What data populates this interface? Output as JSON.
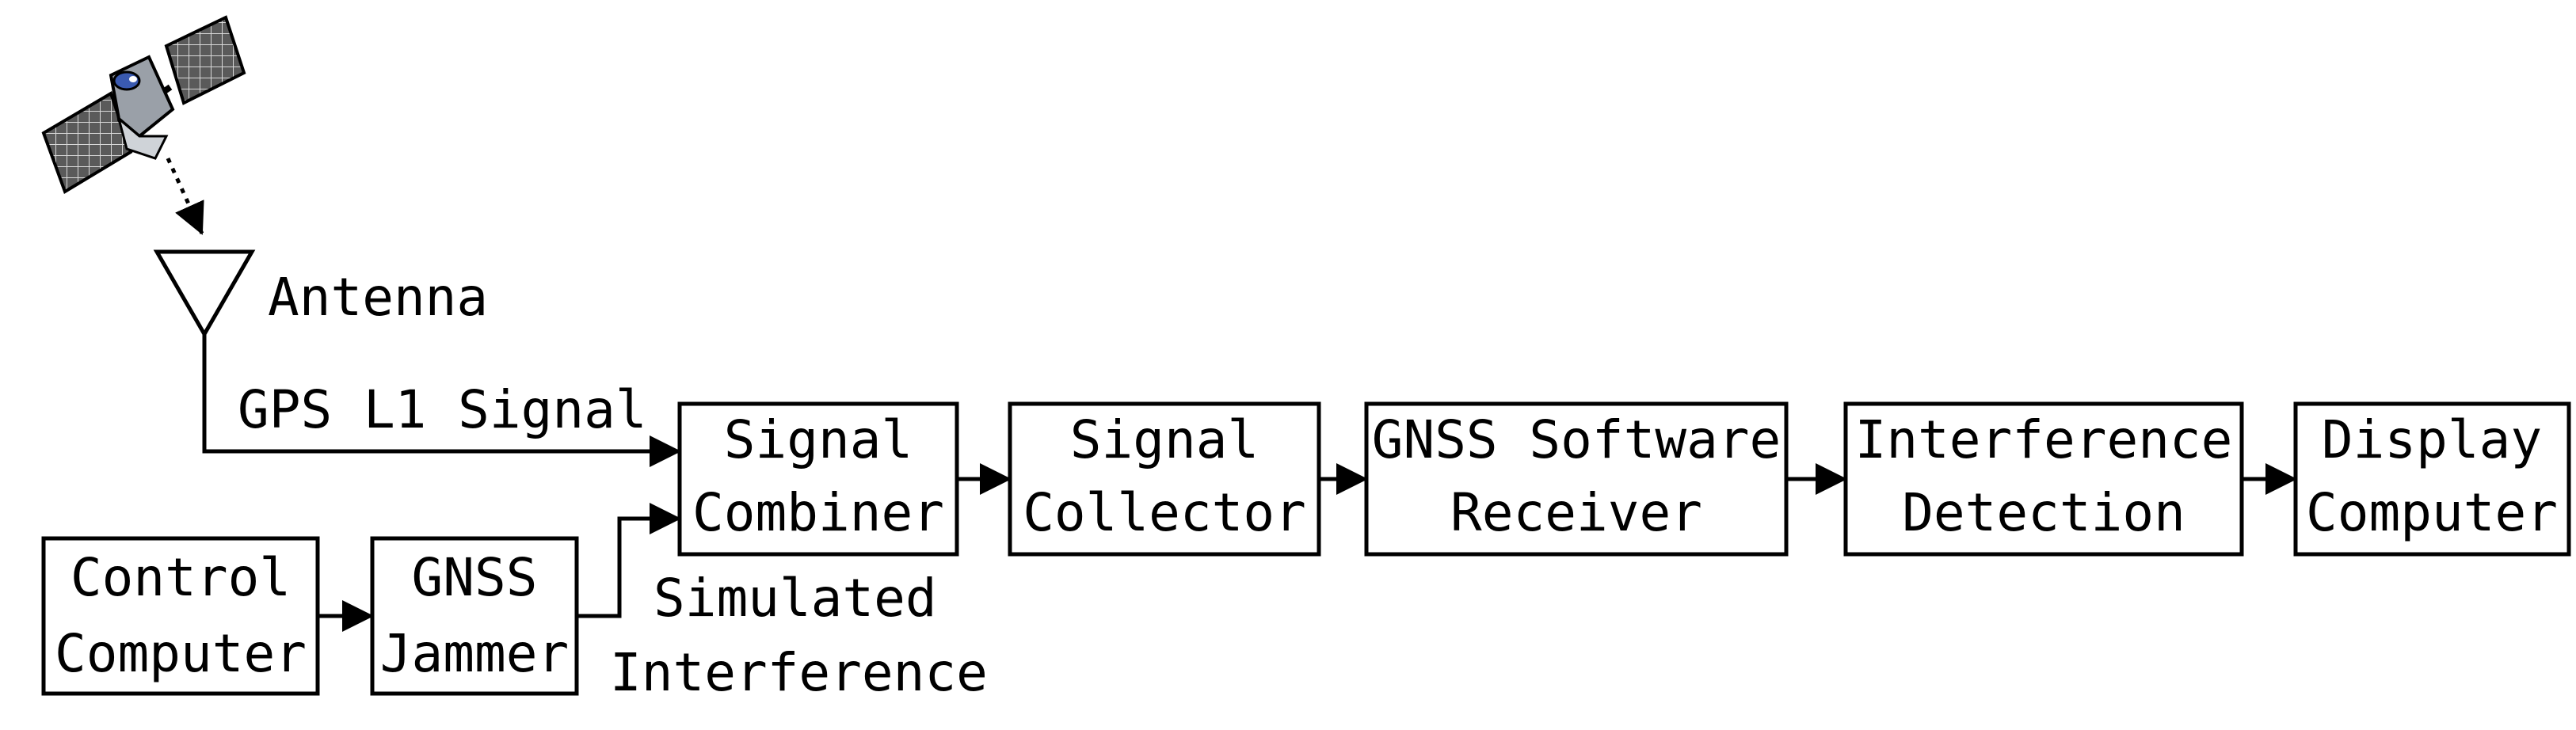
{
  "colors": {
    "stroke": "#000000",
    "background": "#ffffff",
    "satellite_panel": "#5a5a5a",
    "satellite_body": "#9aa0a8"
  },
  "labels": {
    "antenna": "Antenna",
    "gps_signal": "GPS L1 Signal",
    "simulated_interference": [
      "Simulated",
      "Interference"
    ]
  },
  "blocks": {
    "control_computer": [
      "Control",
      "Computer"
    ],
    "gnss_jammer": [
      "GNSS",
      "Jammer"
    ],
    "signal_combiner": [
      "Signal",
      "Combiner"
    ],
    "signal_collector": [
      "Signal",
      "Collector"
    ],
    "gnss_software_receiver": [
      "GNSS Software",
      "Receiver"
    ],
    "interference_detection": [
      "Interference",
      "Detection"
    ],
    "display_computer": [
      "Display",
      "Computer"
    ]
  },
  "icons": {
    "satellite": "satellite-icon",
    "antenna": "antenna-icon"
  }
}
